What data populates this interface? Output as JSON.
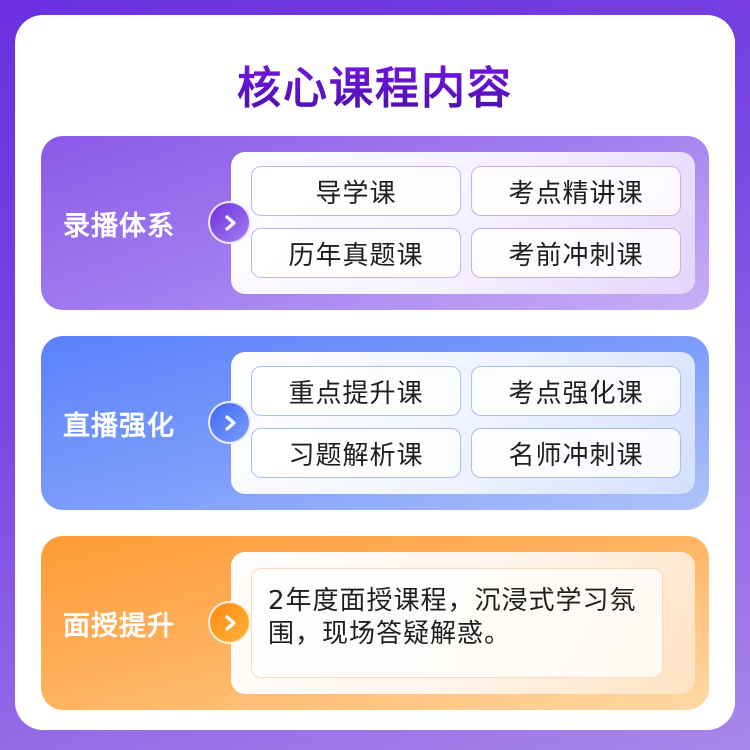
{
  "page": {
    "title": "核心课程内容"
  },
  "colors": {
    "background": "#7b45e2",
    "title": "#5a14c8",
    "recorded_accent": "#8a5ae8",
    "live_accent": "#5a80fb",
    "in_person_accent": "#ff9a36"
  },
  "sections": [
    {
      "label": "录播体系",
      "icon": "chevron-right-icon",
      "courses": [
        "导学课",
        "考点精讲课",
        "历年真题课",
        "考前冲刺课"
      ]
    },
    {
      "label": "直播强化",
      "icon": "chevron-right-icon",
      "courses": [
        "重点提升课",
        "考点强化课",
        "习题解析课",
        "名师冲刺课"
      ]
    },
    {
      "label": "面授提升",
      "icon": "chevron-right-icon",
      "description": "2年度面授课程，沉浸式学习氛围，现场答疑解惑。"
    }
  ]
}
